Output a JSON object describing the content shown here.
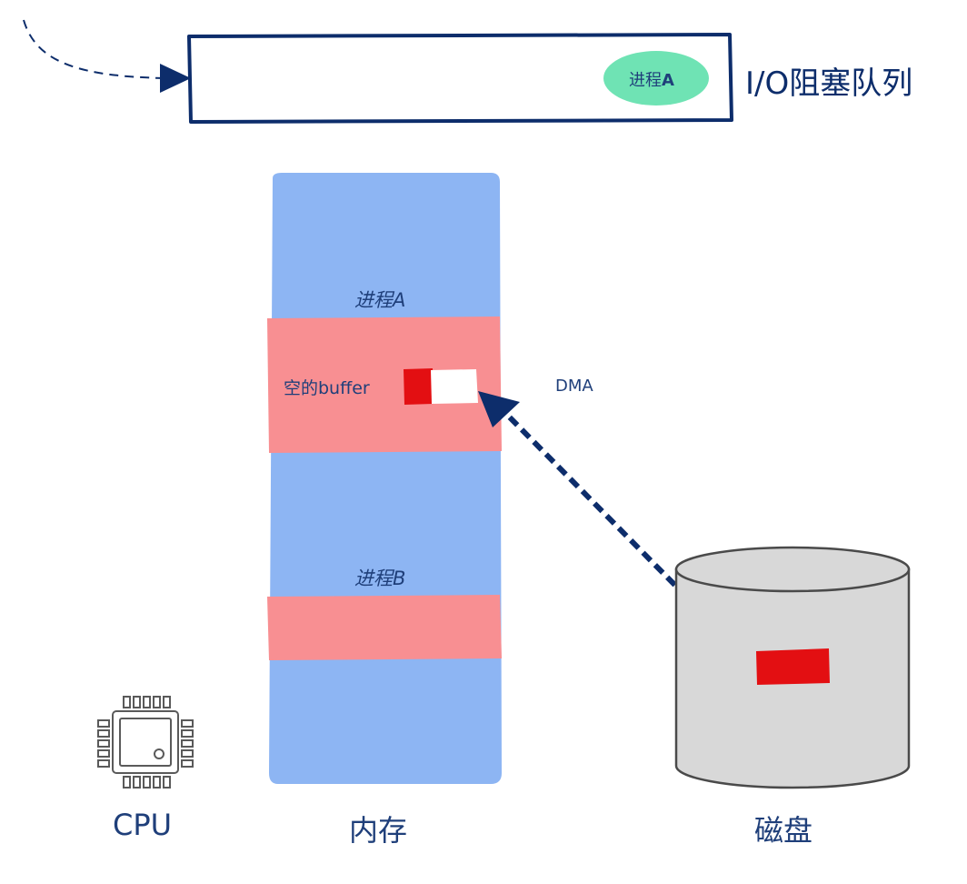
{
  "queue": {
    "label": "I/O阻塞队列",
    "badge_prefix": "进程",
    "badge_bold": "A"
  },
  "memory": {
    "caption": "内存",
    "process_a_label": "进程A",
    "process_b_label": "进程B",
    "buffer_label": "空的buffer"
  },
  "transfer": {
    "label": "DMA"
  },
  "cpu": {
    "caption": "CPU"
  },
  "disk": {
    "caption": "磁盘"
  },
  "colors": {
    "memory_fill": "#8db5f3",
    "process_region": "#f88f92",
    "data_red": "#e30f12",
    "navy": "#0d2d6b",
    "badge_fill": "#6fe3b4",
    "disk_fill": "#d8d8d8"
  }
}
